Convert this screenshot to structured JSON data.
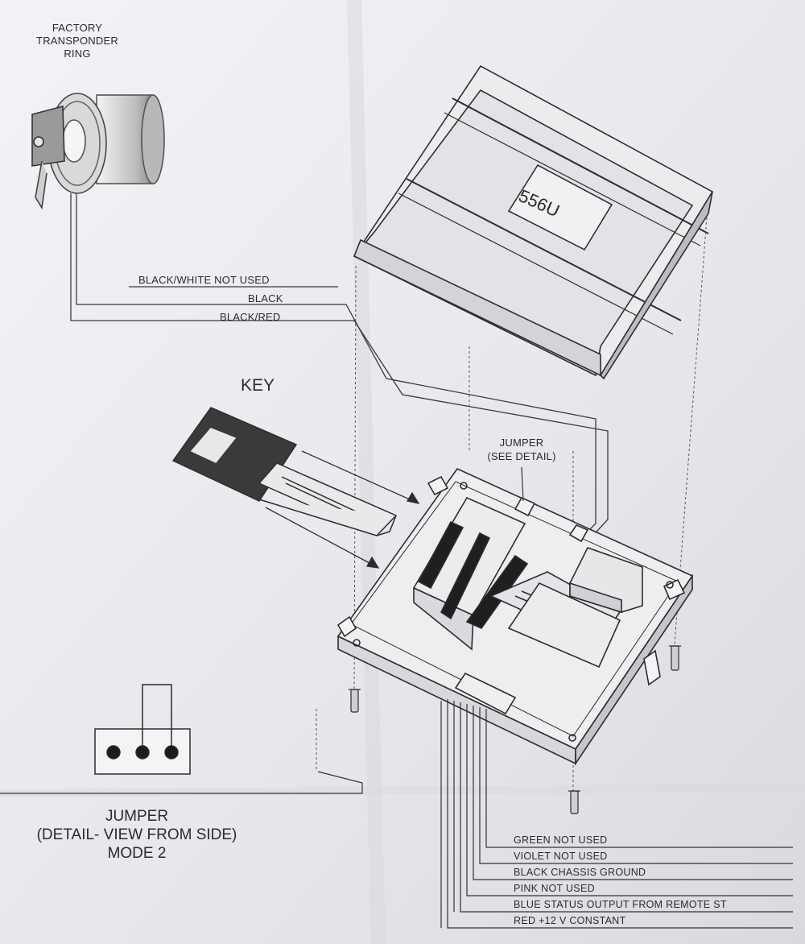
{
  "transponder": {
    "label_line1": "FACTORY",
    "label_line2": "TRANSPONDER",
    "label_line3": "RING"
  },
  "ring_wires": [
    {
      "text": "BLACK/WHITE  NOT USED"
    },
    {
      "text": "BLACK"
    },
    {
      "text": "BLACK/RED"
    }
  ],
  "module_cover": {
    "model": "556U"
  },
  "key_label": "KEY",
  "jumper_callout": {
    "line1": "JUMPER",
    "line2": "(SEE DETAIL)"
  },
  "jumper_detail": {
    "line1": "JUMPER",
    "line2": "(DETAIL- VIEW FROM SIDE)",
    "line3": "MODE 2"
  },
  "harness_wires": [
    {
      "text": "GREEN  NOT USED"
    },
    {
      "text": "VIOLET  NOT USED"
    },
    {
      "text": "BLACK  CHASSIS GROUND"
    },
    {
      "text": "PINK  NOT USED"
    },
    {
      "text": "BLUE  STATUS OUTPUT FROM REMOTE ST"
    },
    {
      "text": "RED  +12 V CONSTANT"
    }
  ],
  "colors": {
    "paper": "#e9eaee",
    "ink": "#2b2b2b",
    "dark_fill": "#3a3a3a"
  }
}
